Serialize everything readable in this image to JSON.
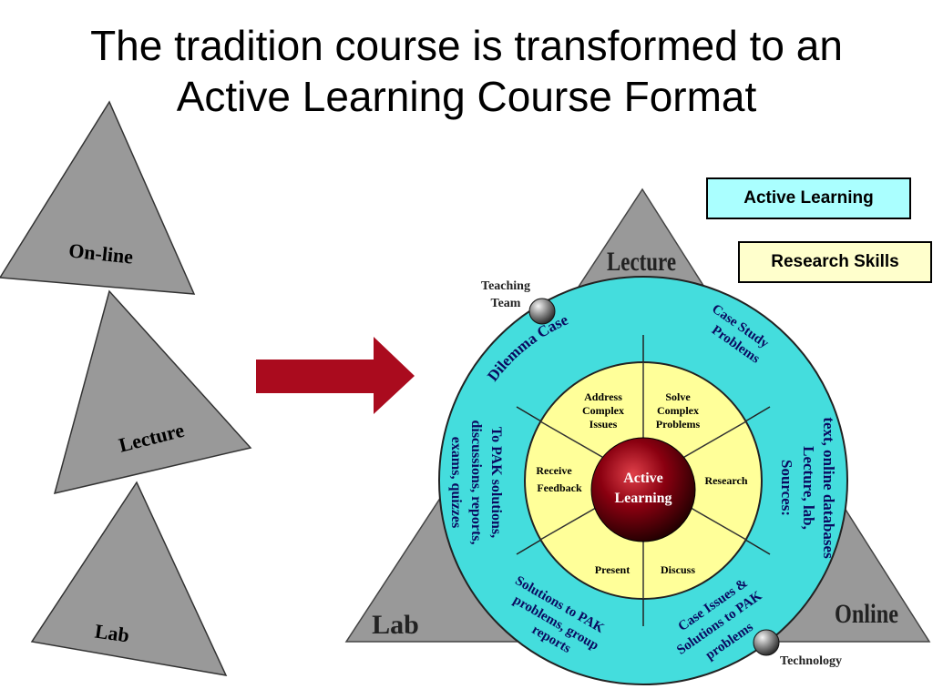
{
  "slide": {
    "title_line1": "The tradition course is transformed to an",
    "title_line2": "Active Learning Course Format"
  },
  "left_triangles": [
    "On-line",
    "Lecture",
    "Lab"
  ],
  "legend": {
    "active_learning": "Active Learning",
    "research_skills": "Research Skills"
  },
  "colors": {
    "outer_ring": "#44dddd",
    "inner_circle": "#ffff99",
    "triangle": "#999999",
    "arrow": "#aa0b1e",
    "legend_active": "#aaffff",
    "legend_research": "#ffffcc"
  },
  "diagram": {
    "corners": {
      "top": "Lecture",
      "left": "Lab",
      "right": "Online"
    },
    "markers": {
      "teaching_line1": "Teaching",
      "teaching_line2": "Team",
      "technology": "Technology"
    },
    "center_line1": "Active",
    "center_line2": "Learning",
    "inner": {
      "address": [
        "Address",
        "Complex",
        "Issues"
      ],
      "solve": [
        "Solve",
        "Complex",
        "Problems"
      ],
      "research": "Research",
      "discuss": "Discuss",
      "present": "Present",
      "receive": [
        "Receive",
        "Feedback"
      ]
    },
    "ring": {
      "dilemma": "Dilemma Case",
      "case_study": [
        "Case Study",
        "Problems"
      ],
      "sources": [
        "Sources:",
        "Lecture, lab,",
        "text, online databases"
      ],
      "case_issues": [
        "Case Issues &",
        "Solutions to PAK",
        "problems"
      ],
      "solutions": [
        "Solutions to PAK",
        "problems, group",
        "reports"
      ],
      "to_pak": [
        "To PAK solutions,",
        "discussions, reports,",
        "exams, quizzes"
      ]
    }
  }
}
